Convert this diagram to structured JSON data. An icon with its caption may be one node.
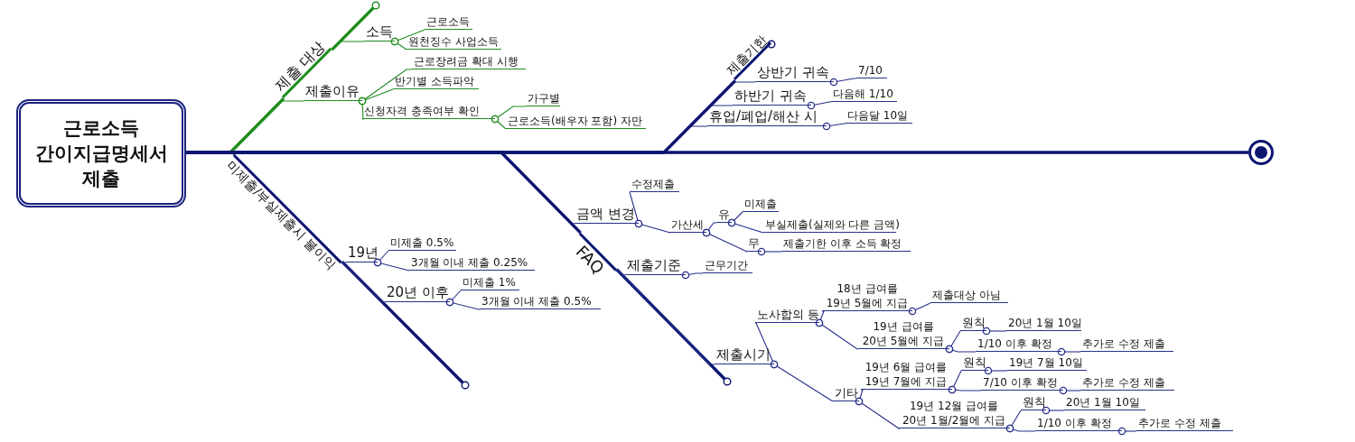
{
  "diagram": {
    "nodes": [
      {
        "text": [
          "근로소득 간이지급명세서 제출"
        ]
      },
      {
        "text": [
          "제출 대상"
        ]
      },
      {
        "text": [
          "소득"
        ]
      },
      {
        "text": [
          "근로소득"
        ]
      },
      {
        "text": [
          "원천징수 사업소득"
        ]
      },
      {
        "text": [
          "제출이유"
        ]
      },
      {
        "text": [
          "근로장려금 확대 시행"
        ]
      },
      {
        "text": [
          "반기별 소득파악"
        ]
      },
      {
        "text": [
          "신청자격 충족여부 확인"
        ]
      },
      {
        "text": [
          "가구별"
        ]
      },
      {
        "text": [
          "근로소득(배우자 포함) 자만"
        ]
      },
      {
        "text": [
          "미제출/부실제출시 불이익"
        ]
      },
      {
        "text": [
          "19년"
        ]
      },
      {
        "text": [
          "미제출 0.5%"
        ]
      },
      {
        "text": [
          "3개월 이내 제출 0.25%"
        ]
      },
      {
        "text": [
          "20년 이후"
        ]
      },
      {
        "text": [
          "미제출 1%"
        ]
      },
      {
        "text": [
          "3개월 이내 제출 0.5%"
        ]
      },
      {
        "text": [
          "제출기한"
        ]
      },
      {
        "text": [
          "상반기 귀속"
        ]
      },
      {
        "text": [
          "7/10"
        ]
      },
      {
        "text": [
          "하반기 귀속"
        ]
      },
      {
        "text": [
          "다음해 1/10"
        ]
      },
      {
        "text": [
          "휴업/폐업/해산 시"
        ]
      },
      {
        "text": [
          "다음달 10일"
        ]
      },
      {
        "text": [
          "FAQ"
        ]
      },
      {
        "text": [
          "금액 변경"
        ]
      },
      {
        "text": [
          "수정제출"
        ]
      },
      {
        "text": [
          "가산세"
        ]
      },
      {
        "text": [
          "유"
        ]
      },
      {
        "text": [
          "미제출"
        ]
      },
      {
        "text": [
          "부실제출(실제와 다른 금액)"
        ]
      },
      {
        "text": [
          "무"
        ]
      },
      {
        "text": [
          "제출기한 이후 소득 확정"
        ]
      },
      {
        "text": [
          "제출기준"
        ]
      },
      {
        "text": [
          "근무기간"
        ]
      },
      {
        "text": [
          "제출시기"
        ]
      },
      {
        "text": [
          "노사합의 등"
        ]
      },
      {
        "text": [
          "18년 급여를 19년 5월에 지급"
        ]
      },
      {
        "text": [
          "제출대상 아님"
        ]
      },
      {
        "text": [
          "19년 급여를 20년 5월에 지급"
        ]
      },
      {
        "text": [
          "원칙"
        ]
      },
      {
        "text": [
          "20년 1월 10일"
        ]
      },
      {
        "text": [
          "1/10 이후 확정"
        ]
      },
      {
        "text": [
          "추가로 수정 제출"
        ]
      },
      {
        "text": [
          "기타"
        ]
      },
      {
        "text": [
          "19년 6월 급여를 19년 7월에 지급"
        ]
      },
      {
        "text": [
          "원칙"
        ]
      },
      {
        "text": [
          "19년 7월 10일"
        ]
      },
      {
        "text": [
          "7/10 이후 확정"
        ]
      },
      {
        "text": [
          "추가로 수정 제출"
        ]
      },
      {
        "text": [
          "19년 12월 급여를 20년 1월/2월에 지급"
        ]
      },
      {
        "text": [
          "원칙"
        ]
      },
      {
        "text": [
          "20년 1월 10일"
        ]
      },
      {
        "text": [
          "1/10 이후 확정"
        ]
      },
      {
        "text": [
          "추가로 수정 제출"
        ]
      },
      {
        "text": [],
        "shape": "circle"
      }
    ],
    "edges": [
      {
        "from": 0,
        "to": 1,
        "arrow": "none",
        "style": "thick",
        "color": "#1e8c1e"
      },
      {
        "from": 0,
        "to": 11,
        "arrow": "none",
        "style": "thick"
      },
      {
        "from": 0,
        "to": 18,
        "arrow": "none",
        "style": "thick"
      },
      {
        "from": 0,
        "to": 25,
        "arrow": "none",
        "style": "thick"
      },
      {
        "from": 0,
        "to": 56,
        "arrow": "none",
        "style": "thick"
      },
      {
        "from": 1,
        "to": 2,
        "arrow": "none",
        "color": "#1e8c1e"
      },
      {
        "from": 1,
        "to": 5,
        "arrow": "none",
        "color": "#1e8c1e"
      },
      {
        "from": 2,
        "to": 3,
        "arrow": "other",
        "color": "#1e8c1e"
      },
      {
        "from": 2,
        "to": 4,
        "arrow": "other",
        "color": "#1e8c1e"
      },
      {
        "from": 5,
        "to": 6,
        "arrow": "other",
        "color": "#1e8c1e"
      },
      {
        "from": 5,
        "to": 7,
        "arrow": "other",
        "color": "#1e8c1e"
      },
      {
        "from": 5,
        "to": 8,
        "arrow": "other",
        "color": "#1e8c1e"
      },
      {
        "from": 8,
        "to": 9,
        "arrow": "other",
        "color": "#1e8c1e"
      },
      {
        "from": 8,
        "to": 10,
        "arrow": "other",
        "color": "#1e8c1e"
      },
      {
        "from": 11,
        "to": 12,
        "arrow": "none"
      },
      {
        "from": 11,
        "to": 15,
        "arrow": "none"
      },
      {
        "from": 12,
        "to": 13,
        "arrow": "other"
      },
      {
        "from": 12,
        "to": 14,
        "arrow": "other"
      },
      {
        "from": 15,
        "to": 16,
        "arrow": "other"
      },
      {
        "from": 15,
        "to": 17,
        "arrow": "other"
      },
      {
        "from": 18,
        "to": 19,
        "arrow": "none"
      },
      {
        "from": 18,
        "to": 21,
        "arrow": "none"
      },
      {
        "from": 18,
        "to": 23,
        "arrow": "none"
      },
      {
        "from": 19,
        "to": 20,
        "arrow": "other"
      },
      {
        "from": 21,
        "to": 22,
        "arrow": "other"
      },
      {
        "from": 23,
        "to": 24,
        "arrow": "other"
      },
      {
        "from": 25,
        "to": 26,
        "arrow": "none"
      },
      {
        "from": 25,
        "to": 34,
        "arrow": "none"
      },
      {
        "from": 25,
        "to": 36,
        "arrow": "none"
      },
      {
        "from": 26,
        "to": 27,
        "arrow": "other"
      },
      {
        "from": 26,
        "to": 28,
        "arrow": "other"
      },
      {
        "from": 28,
        "to": 29,
        "arrow": "other"
      },
      {
        "from": 28,
        "to": 32,
        "arrow": "other"
      },
      {
        "from": 29,
        "to": 30,
        "arrow": "other"
      },
      {
        "from": 29,
        "to": 31,
        "arrow": "other"
      },
      {
        "from": 32,
        "to": 33,
        "arrow": "other"
      },
      {
        "from": 34,
        "to": 35,
        "arrow": "other"
      },
      {
        "from": 36,
        "to": 37,
        "arrow": "other"
      },
      {
        "from": 36,
        "to": 45,
        "arrow": "other"
      },
      {
        "from": 37,
        "to": 38,
        "arrow": "other"
      },
      {
        "from": 37,
        "to": 40,
        "arrow": "other"
      },
      {
        "from": 38,
        "to": 39,
        "arrow": "other"
      },
      {
        "from": 40,
        "to": 41,
        "arrow": "other"
      },
      {
        "from": 40,
        "to": 43,
        "arrow": "other"
      },
      {
        "from": 41,
        "to": 42,
        "arrow": "other"
      },
      {
        "from": 43,
        "to": 44,
        "arrow": "other"
      },
      {
        "from": 45,
        "to": 46,
        "arrow": "other"
      },
      {
        "from": 45,
        "to": 51,
        "arrow": "other"
      },
      {
        "from": 46,
        "to": 47,
        "arrow": "other"
      },
      {
        "from": 46,
        "to": 49,
        "arrow": "other"
      },
      {
        "from": 47,
        "to": 48,
        "arrow": "other"
      },
      {
        "from": 49,
        "to": 50,
        "arrow": "other"
      },
      {
        "from": 51,
        "to": 52,
        "arrow": "other"
      },
      {
        "from": 51,
        "to": 54,
        "arrow": "other"
      },
      {
        "from": 52,
        "to": 53,
        "arrow": "other"
      },
      {
        "from": 54,
        "to": 55,
        "arrow": "other"
      }
    ]
  }
}
